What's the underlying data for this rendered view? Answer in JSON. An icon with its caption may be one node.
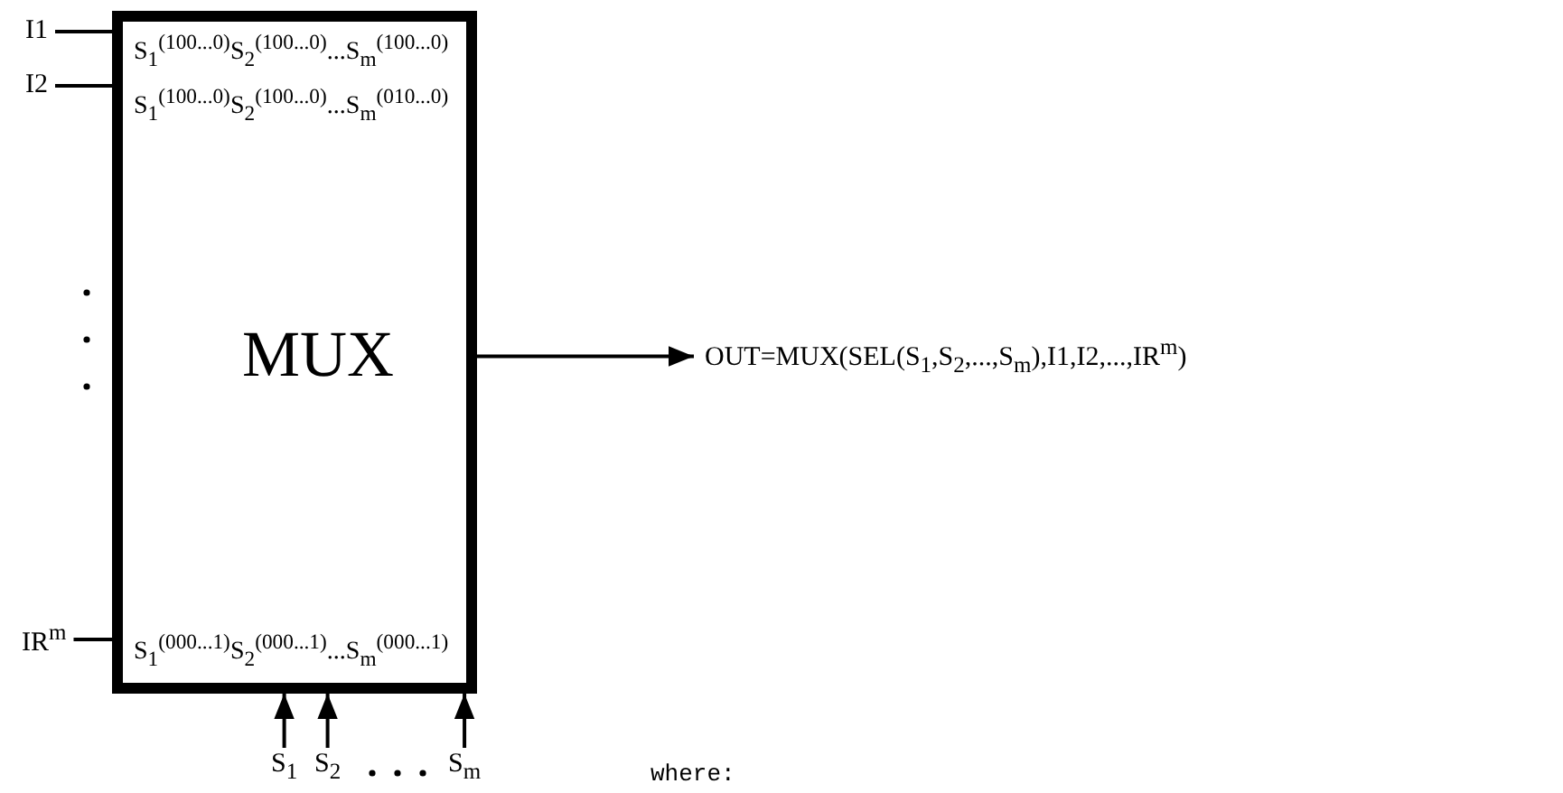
{
  "diagram": {
    "nodes": [
      {
        "text": [
          "S$_{1}$$^{(100...0)}$S$_{2}$$^{(100...0)}$...S$_{m}$$^{(100...0)}$",
          "S$_{1}$$^{(100...0)}$S$_{2}$$^{(100...0)}$...S$_{m}$$^{(010...0)}$",
          "MUX",
          "S$_{1}$$^{(000...1)}$S$_{2}$$^{(000...1)}$...S$_{m}$$^{(000...1)}$"
        ]
      },
      {
        "text": [
          "I1"
        ]
      },
      {
        "text": [
          "I2"
        ]
      },
      {
        "text": [
          "IR$^{m}$"
        ]
      },
      {
        "text": [
          "OUT=MUX(SEL(S$_{1}$,S$_{2}$,...,S$_{m}$),I1,I2,...,IR$^{m}$)"
        ]
      },
      {
        "text": [
          "S$_{1}$"
        ]
      },
      {
        "text": [
          "S$_{2}$"
        ]
      },
      {
        "text": [
          "S$_{m}$"
        ]
      }
    ],
    "edges": [
      {
        "from": 1,
        "to": 0,
        "arrow": "none"
      },
      {
        "from": 2,
        "to": 0,
        "arrow": "none"
      },
      {
        "from": 3,
        "to": 0,
        "arrow": "none"
      },
      {
        "from": 0,
        "to": 4,
        "arrow": "to"
      },
      {
        "from": 5,
        "to": 0,
        "arrow": "to"
      },
      {
        "from": 6,
        "to": 0,
        "arrow": "to"
      },
      {
        "from": 7,
        "to": 0,
        "arrow": "to"
      }
    ],
    "labels": [
      "where:"
    ]
  }
}
